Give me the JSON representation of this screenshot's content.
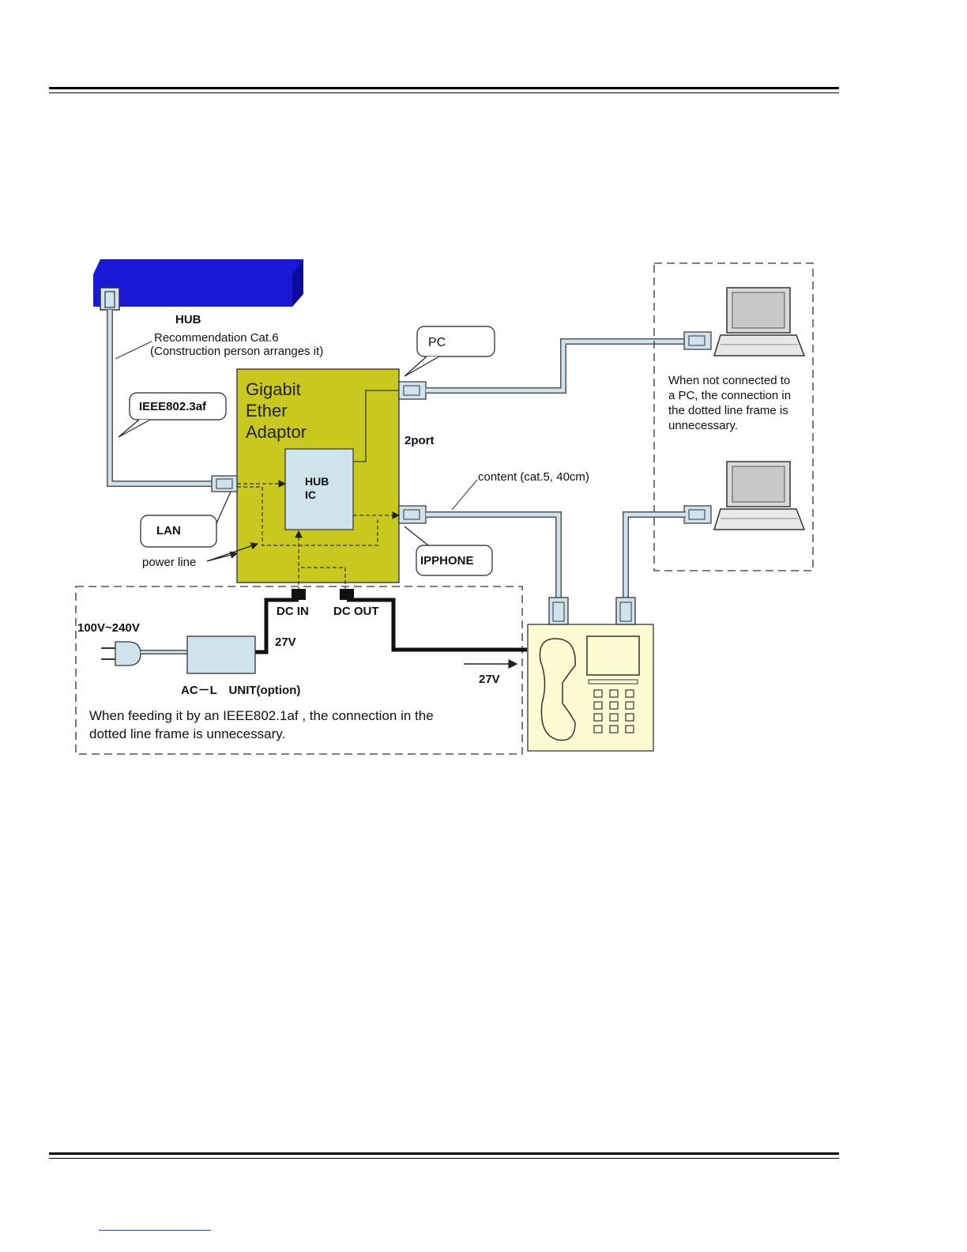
{
  "diagram": {
    "hub_label": "HUB",
    "cable_note_line1": "Recommendation Cat.6",
    "cable_note_line2": "(Construction person arranges it)",
    "ieee_label": "IEEE802.3af",
    "adaptor_line1": "Gigabit",
    "adaptor_line2": "Ether",
    "adaptor_line3": "Adaptor",
    "hub_ic_line1": "HUB",
    "hub_ic_line2": "IC",
    "pc_label": "PC",
    "two_port_label": "2port",
    "content_label": "content (cat.5, 40cm)",
    "lan_label": "LAN",
    "ipphone_label": "IPPHONE",
    "power_line_label": "power line",
    "dc_in_label": "DC IN",
    "dc_out_label": "DC OUT",
    "voltage_range_label": "100V~240V",
    "volt_27_a": "27V",
    "volt_27_b": "27V",
    "ac_unit_label": "AC－L　UNIT(option)",
    "ieee_note_line1": "When feeding it by an IEEE802.1af , the connection in the",
    "ieee_note_line2": "dotted line frame is unnecessary.",
    "pc_note_line1": "When not connected to",
    "pc_note_line2": "a PC, the connection in",
    "pc_note_line3": "the dotted line frame is",
    "pc_note_line4": "unnecessary."
  },
  "colors": {
    "hub_blue": "#1a1ad6",
    "adaptor_yellow": "#c8c81e",
    "cable_light_blue": "#cfe3ec",
    "phone_cream": "#fdfbd2"
  }
}
